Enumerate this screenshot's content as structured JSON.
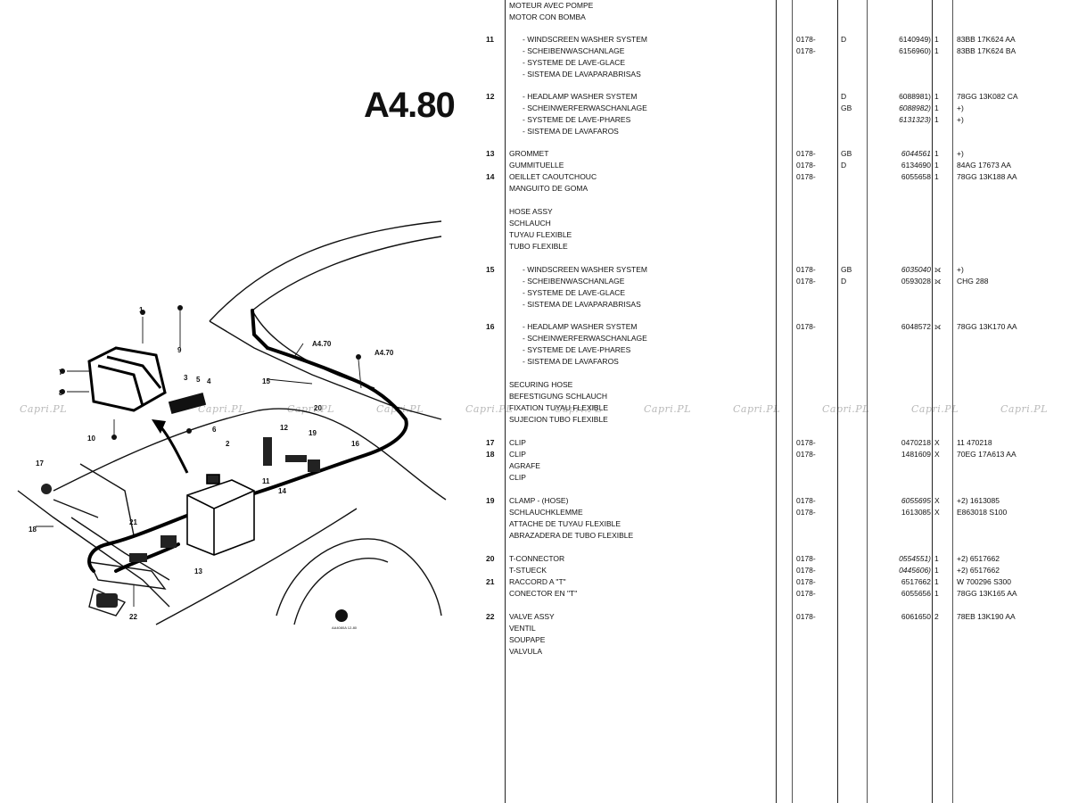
{
  "page": {
    "code": "A4.80",
    "watermark": "Capri.PL",
    "stamp": "AA4080A 12-80"
  },
  "diagram": {
    "callouts": [
      "1",
      "2",
      "3",
      "4",
      "5",
      "6",
      "7",
      "8",
      "9",
      "10",
      "11",
      "12",
      "13",
      "14",
      "15",
      "16",
      "17",
      "18",
      "19",
      "20",
      "21",
      "22"
    ],
    "refs": [
      "A4.70",
      "A4.70"
    ]
  },
  "rows": [
    {
      "item": "",
      "desc": "MOTEUR AVEC POMPE",
      "indent": false,
      "date": "",
      "code": "",
      "part": "",
      "qty": "",
      "eng": ""
    },
    {
      "item": "",
      "desc": "MOTOR CON BOMBA",
      "indent": false,
      "date": "",
      "code": "",
      "part": "",
      "qty": "",
      "eng": ""
    },
    {
      "item": "11",
      "desc": "- WINDSCREEN WASHER SYSTEM",
      "indent": true,
      "date": "0178-",
      "code": "D",
      "part": "6140949)",
      "qty": "1",
      "eng": "83BB 17K624 AA"
    },
    {
      "item": "",
      "desc": "- SCHEIBENWASCHANLAGE",
      "indent": true,
      "date": "0178-",
      "code": "",
      "part": "6156960)",
      "qty": "1",
      "eng": "83BB 17K624 BA"
    },
    {
      "item": "",
      "desc": "- SYSTEME DE LAVE-GLACE",
      "indent": true,
      "date": "",
      "code": "",
      "part": "",
      "qty": "",
      "eng": ""
    },
    {
      "item": "",
      "desc": "- SISTEMA DE LAVAPARABRISAS",
      "indent": true,
      "date": "",
      "code": "",
      "part": "",
      "qty": "",
      "eng": ""
    },
    {
      "item": "12",
      "desc": "- HEADLAMP WASHER SYSTEM",
      "indent": true,
      "date": "",
      "code": "D",
      "part": "6088981)",
      "qty": "1",
      "eng": "78GG 13K082 CA"
    },
    {
      "item": "",
      "desc": "- SCHEINWERFERWASCHANLAGE",
      "indent": true,
      "date": "",
      "code": "GB",
      "part": "6088982)",
      "qty": "1",
      "eng": "+)",
      "italic": true
    },
    {
      "item": "",
      "desc": "- SYSTEME DE LAVE-PHARES",
      "indent": true,
      "date": "",
      "code": "",
      "part": "6131323)",
      "qty": "1",
      "eng": "+)",
      "italic": true
    },
    {
      "item": "",
      "desc": "- SISTEMA DE LAVAFAROS",
      "indent": true,
      "date": "",
      "code": "",
      "part": "",
      "qty": "",
      "eng": ""
    },
    {
      "item": "13",
      "desc": "GROMMET",
      "indent": false,
      "date": "0178-",
      "code": "GB",
      "part": "6044561",
      "qty": "1",
      "eng": "+)",
      "italic": true
    },
    {
      "item": "",
      "desc": "GUMMITUELLE",
      "indent": false,
      "date": "0178-",
      "code": "D",
      "part": "6134690",
      "qty": "1",
      "eng": "84AG 17673 AA"
    },
    {
      "item": "14",
      "desc": "OEILLET CAOUTCHOUC",
      "indent": false,
      "date": "0178-",
      "code": "",
      "part": "6055658",
      "qty": "1",
      "eng": "78GG 13K188 AA"
    },
    {
      "item": "",
      "desc": "MANGUITO DE GOMA",
      "indent": false,
      "date": "",
      "code": "",
      "part": "",
      "qty": "",
      "eng": ""
    },
    {
      "item": "",
      "desc": "HOSE ASSY",
      "indent": false,
      "date": "",
      "code": "",
      "part": "",
      "qty": "",
      "eng": ""
    },
    {
      "item": "",
      "desc": "SCHLAUCH",
      "indent": false,
      "date": "",
      "code": "",
      "part": "",
      "qty": "",
      "eng": ""
    },
    {
      "item": "",
      "desc": "TUYAU FLEXIBLE",
      "indent": false,
      "date": "",
      "code": "",
      "part": "",
      "qty": "",
      "eng": ""
    },
    {
      "item": "",
      "desc": "TUBO FLEXIBLE",
      "indent": false,
      "date": "",
      "code": "",
      "part": "",
      "qty": "",
      "eng": ""
    },
    {
      "item": "15",
      "desc": "- WINDSCREEN WASHER SYSTEM",
      "indent": true,
      "date": "0178-",
      "code": "GB",
      "part": "6035040",
      "qty": "⟗",
      "eng": "+)",
      "italic": true
    },
    {
      "item": "",
      "desc": "- SCHEIBENWASCHANLAGE",
      "indent": true,
      "date": "0178-",
      "code": "D",
      "part": "0593028",
      "qty": "⟗",
      "eng": "CHG 288"
    },
    {
      "item": "",
      "desc": "- SYSTEME DE LAVE-GLACE",
      "indent": true,
      "date": "",
      "code": "",
      "part": "",
      "qty": "",
      "eng": ""
    },
    {
      "item": "",
      "desc": "- SISTEMA DE LAVAPARABRISAS",
      "indent": true,
      "date": "",
      "code": "",
      "part": "",
      "qty": "",
      "eng": ""
    },
    {
      "item": "16",
      "desc": "- HEADLAMP WASHER SYSTEM",
      "indent": true,
      "date": "0178-",
      "code": "",
      "part": "6048572",
      "qty": "⟗",
      "eng": "78GG 13K170 AA"
    },
    {
      "item": "",
      "desc": "- SCHEINWERFERWASCHANLAGE",
      "indent": true,
      "date": "",
      "code": "",
      "part": "",
      "qty": "",
      "eng": ""
    },
    {
      "item": "",
      "desc": "- SYSTEME DE LAVE-PHARES",
      "indent": true,
      "date": "",
      "code": "",
      "part": "",
      "qty": "",
      "eng": ""
    },
    {
      "item": "",
      "desc": "- SISTEMA DE LAVAFAROS",
      "indent": true,
      "date": "",
      "code": "",
      "part": "",
      "qty": "",
      "eng": ""
    },
    {
      "item": "",
      "desc": "SECURING HOSE",
      "indent": false,
      "date": "",
      "code": "",
      "part": "",
      "qty": "",
      "eng": ""
    },
    {
      "item": "",
      "desc": "BEFESTIGUNG SCHLAUCH",
      "indent": false,
      "date": "",
      "code": "",
      "part": "",
      "qty": "",
      "eng": ""
    },
    {
      "item": "",
      "desc": "FIXATION TUYAU FLEXIBLE",
      "indent": false,
      "date": "",
      "code": "",
      "part": "",
      "qty": "",
      "eng": ""
    },
    {
      "item": "",
      "desc": "SUJECION TUBO FLEXIBLE",
      "indent": false,
      "date": "",
      "code": "",
      "part": "",
      "qty": "",
      "eng": ""
    },
    {
      "item": "17",
      "desc": "CLIP",
      "indent": false,
      "date": "0178-",
      "code": "",
      "part": "0470218",
      "qty": "X",
      "eng": "11 470218"
    },
    {
      "item": "18",
      "desc": "CLIP",
      "indent": false,
      "date": "0178-",
      "code": "",
      "part": "1481609",
      "qty": "X",
      "eng": "70EG 17A613 AA"
    },
    {
      "item": "",
      "desc": "AGRAFE",
      "indent": false,
      "date": "",
      "code": "",
      "part": "",
      "qty": "",
      "eng": ""
    },
    {
      "item": "",
      "desc": "CLIP",
      "indent": false,
      "date": "",
      "code": "",
      "part": "",
      "qty": "",
      "eng": ""
    },
    {
      "item": "19",
      "desc": "CLAMP - (HOSE)",
      "indent": false,
      "date": "0178-",
      "code": "",
      "part": "6055695",
      "qty": "X",
      "eng": "+2) 1613085",
      "italic": true
    },
    {
      "item": "",
      "desc": "SCHLAUCHKLEMME",
      "indent": false,
      "date": "0178-",
      "code": "",
      "part": "1613085",
      "qty": "X",
      "eng": "E863018 S100"
    },
    {
      "item": "",
      "desc": "ATTACHE DE TUYAU FLEXIBLE",
      "indent": false,
      "date": "",
      "code": "",
      "part": "",
      "qty": "",
      "eng": ""
    },
    {
      "item": "",
      "desc": "ABRAZADERA DE TUBO FLEXIBLE",
      "indent": false,
      "date": "",
      "code": "",
      "part": "",
      "qty": "",
      "eng": ""
    },
    {
      "item": "20",
      "desc": "T-CONNECTOR",
      "indent": false,
      "date": "0178-",
      "code": "",
      "part": "0554551)",
      "qty": "1",
      "eng": "+2) 6517662",
      "italic": true
    },
    {
      "item": "",
      "desc": "T-STUECK",
      "indent": false,
      "date": "0178-",
      "code": "",
      "part": "0445606)",
      "qty": "1",
      "eng": "+2) 6517662",
      "italic": true
    },
    {
      "item": "21",
      "desc": "RACCORD A \"T\"",
      "indent": false,
      "date": "0178-",
      "code": "",
      "part": "6517662",
      "qty": "1",
      "eng": "W 700296 S300"
    },
    {
      "item": "",
      "desc": "CONECTOR EN \"T\"",
      "indent": false,
      "date": "0178-",
      "code": "",
      "part": "6055656",
      "qty": "1",
      "eng": "78GG 13K165 AA"
    },
    {
      "item": "22",
      "desc": "VALVE ASSY",
      "indent": false,
      "date": "0178-",
      "code": "",
      "part": "6061650",
      "qty": "2",
      "eng": "78EB 13K190 AA"
    },
    {
      "item": "",
      "desc": "VENTIL",
      "indent": false,
      "date": "",
      "code": "",
      "part": "",
      "qty": "",
      "eng": ""
    },
    {
      "item": "",
      "desc": "SOUPAPE",
      "indent": false,
      "date": "",
      "code": "",
      "part": "",
      "qty": "",
      "eng": ""
    },
    {
      "item": "",
      "desc": "VALVULA",
      "indent": false,
      "date": "",
      "code": "",
      "part": "",
      "qty": "",
      "eng": ""
    }
  ]
}
